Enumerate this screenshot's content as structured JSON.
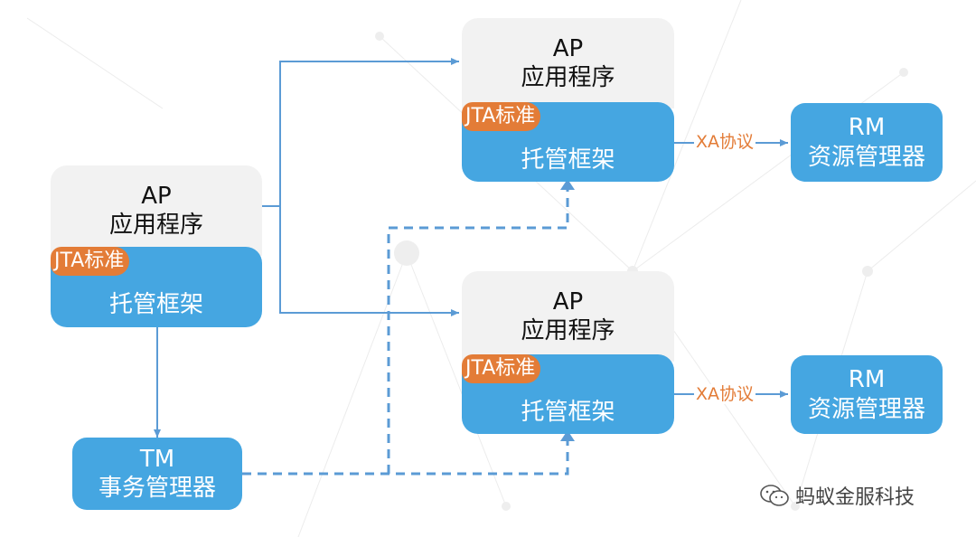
{
  "nodes": {
    "ap_left": {
      "line1": "AP",
      "line2": "应用程序"
    },
    "fw_left": {
      "badge": "JTA标准",
      "label": "托管框架"
    },
    "ap_top": {
      "line1": "AP",
      "line2": "应用程序"
    },
    "fw_top": {
      "badge": "JTA标准",
      "label": "托管框架"
    },
    "rm_top": {
      "line1": "RM",
      "line2": "资源管理器"
    },
    "ap_bottom": {
      "line1": "AP",
      "line2": "应用程序"
    },
    "fw_bottom": {
      "badge": "JTA标准",
      "label": "托管框架"
    },
    "rm_bottom": {
      "line1": "RM",
      "line2": "资源管理器"
    },
    "tm": {
      "line1": "TM",
      "line2": "事务管理器"
    }
  },
  "edges": {
    "xa_top_label": "XA协议",
    "xa_bottom_label": "XA协议"
  },
  "watermark": {
    "text": "蚂蚁金服科技",
    "icon": "wechat-icon"
  },
  "colors": {
    "framework_blue": "#45a6e1",
    "jta_orange": "#e37c37",
    "app_gray": "#f2f2f2",
    "arrow_blue": "#5b9bd5"
  }
}
